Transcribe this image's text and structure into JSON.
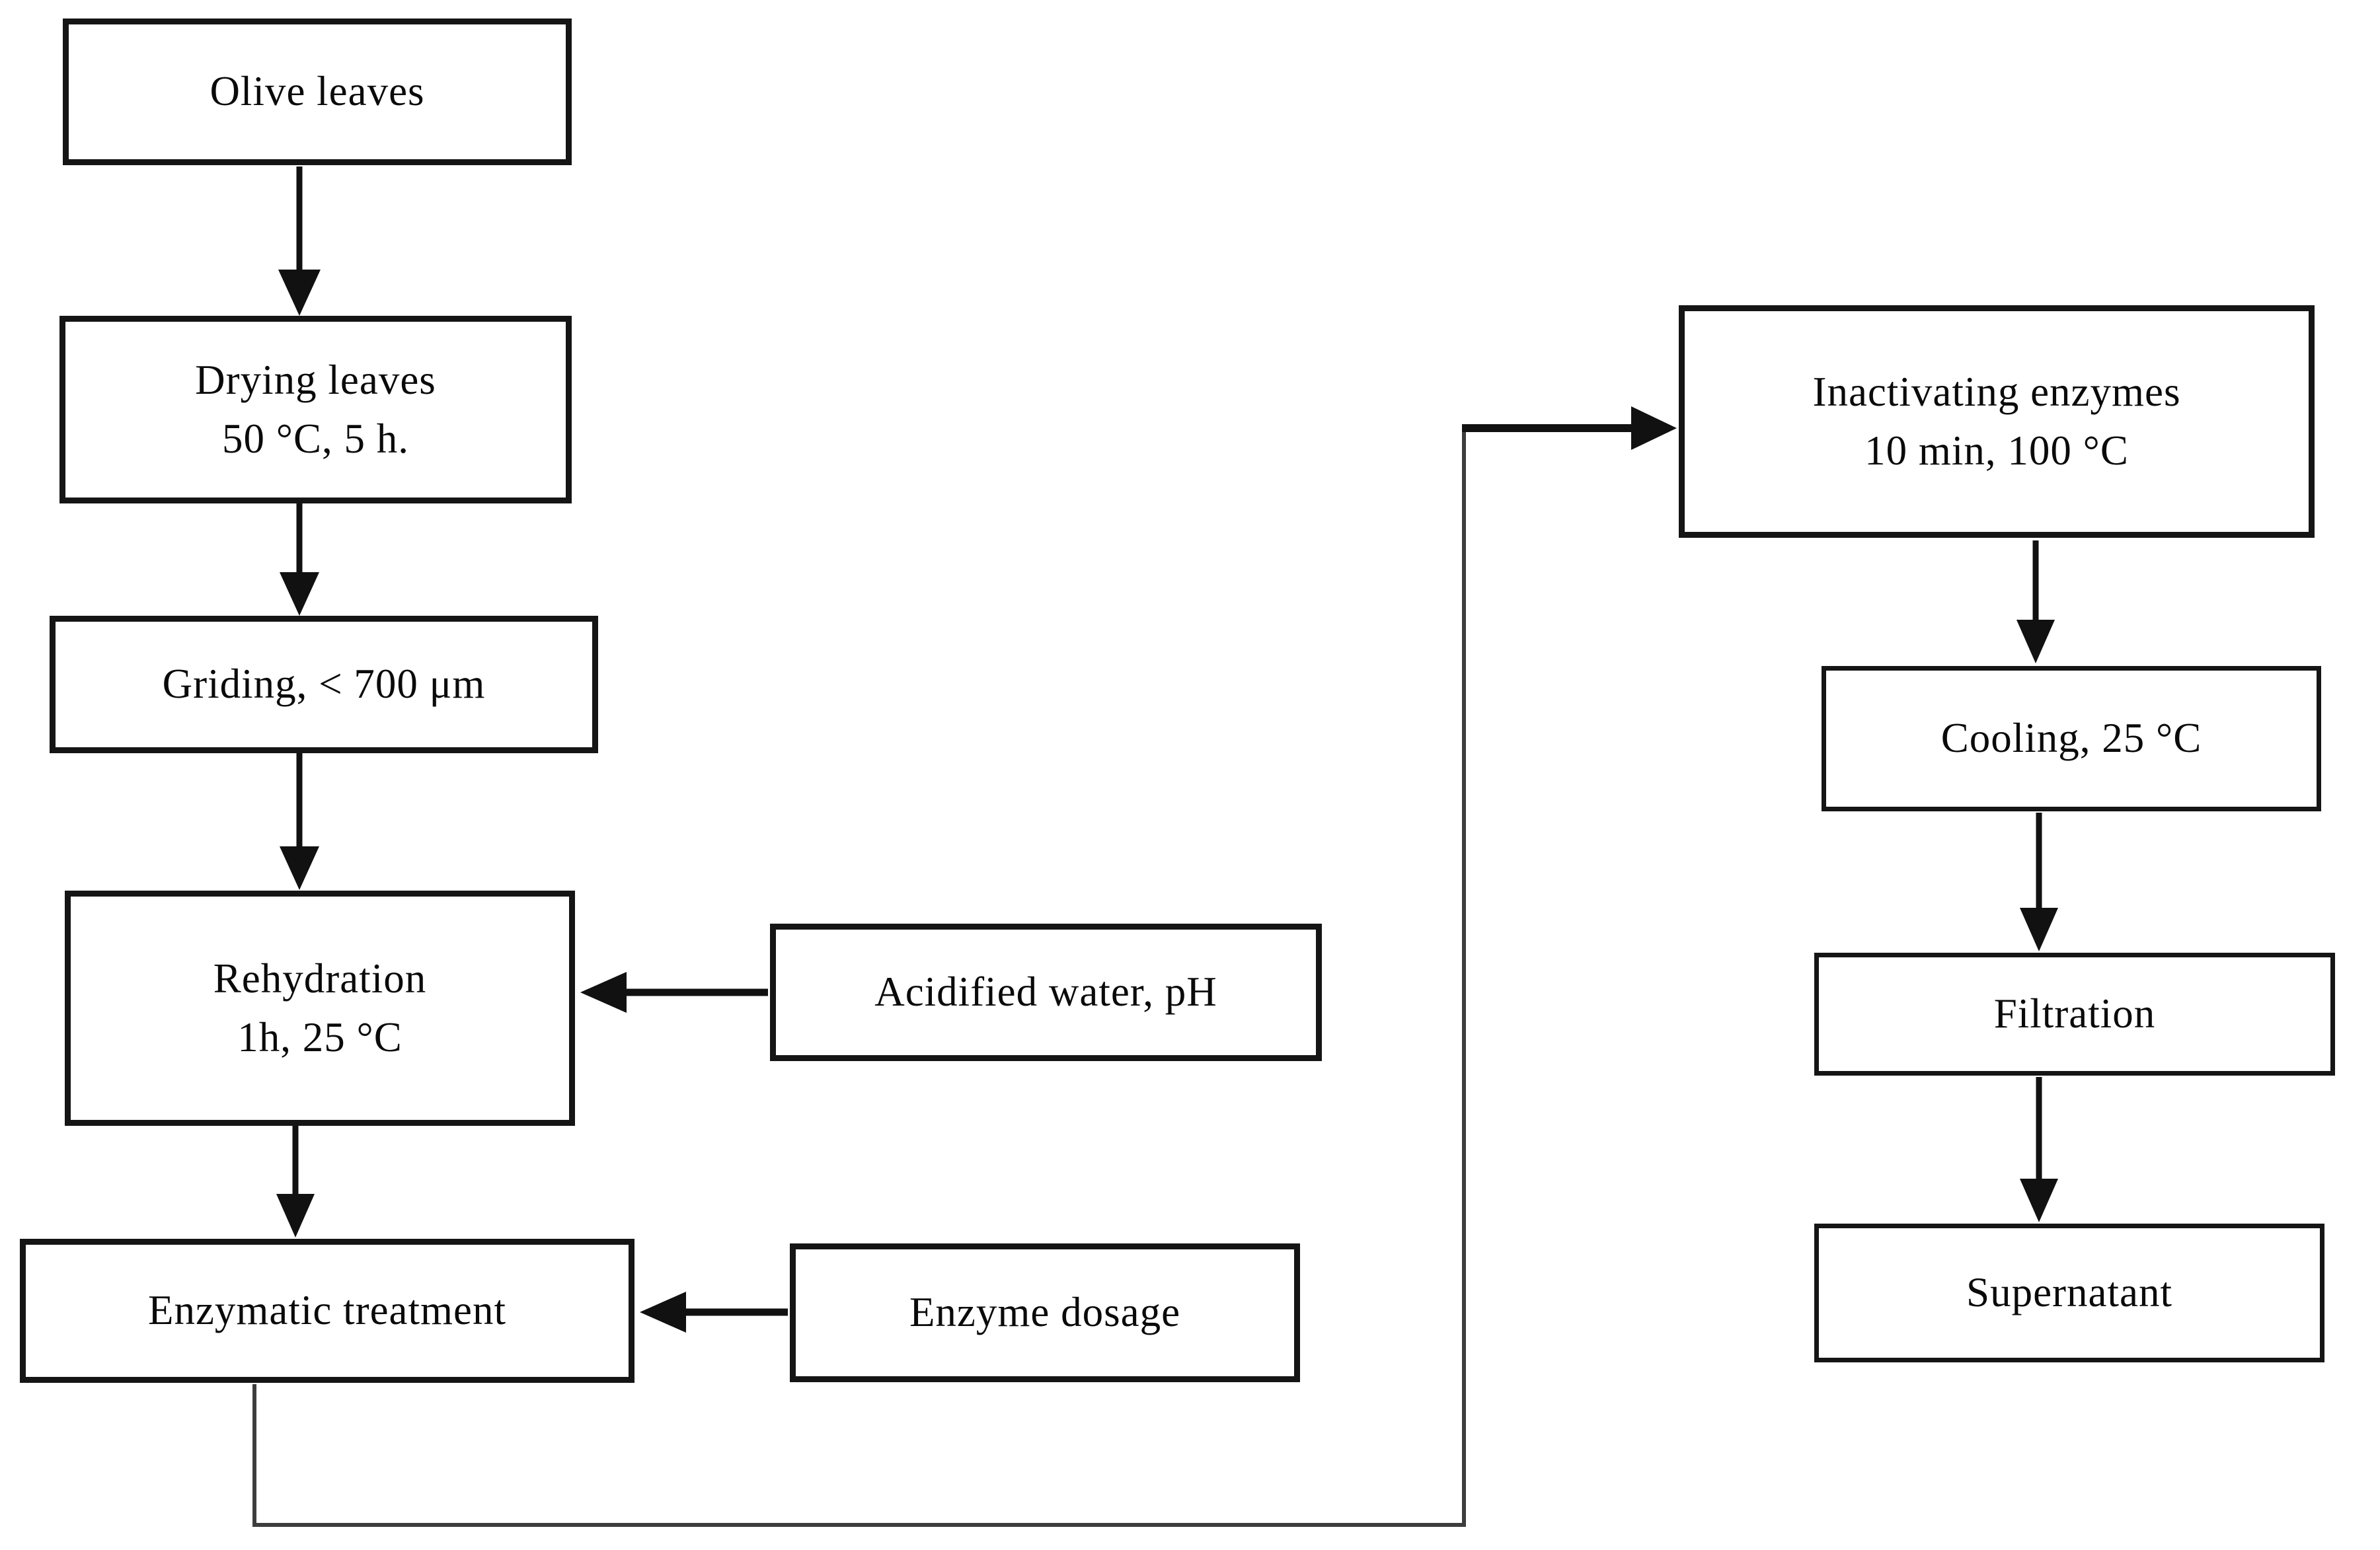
{
  "diagram": {
    "type": "flowchart",
    "background": "#ffffff",
    "line_color": "#111111",
    "nodes": {
      "olive_leaves": {
        "label": "Olive leaves"
      },
      "drying_leaves": {
        "line1": "Drying leaves",
        "line2": "50 °C, 5 h."
      },
      "grinding": {
        "label": "Griding, < 700 μm"
      },
      "rehydration": {
        "line1": "Rehydration",
        "line2": "1h, 25 °C"
      },
      "enzymatic_treatment": {
        "label": "Enzymatic treatment"
      },
      "acidified_water": {
        "label": "Acidified water, pH"
      },
      "enzyme_dosage": {
        "label": "Enzyme dosage"
      },
      "inactivating_enzymes": {
        "line1": "Inactivating enzymes",
        "line2": "10 min, 100 °C"
      },
      "cooling": {
        "label": "Cooling, 25 °C"
      },
      "filtration": {
        "label": "Filtration"
      },
      "supernatant": {
        "label": "Supernatant"
      }
    },
    "edges": [
      {
        "from": "olive_leaves",
        "to": "drying_leaves",
        "style": "arrow-down"
      },
      {
        "from": "drying_leaves",
        "to": "grinding",
        "style": "arrow-down"
      },
      {
        "from": "grinding",
        "to": "rehydration",
        "style": "arrow-down"
      },
      {
        "from": "rehydration",
        "to": "enzymatic_treatment",
        "style": "arrow-down"
      },
      {
        "from": "acidified_water",
        "to": "rehydration",
        "style": "arrow-left"
      },
      {
        "from": "enzyme_dosage",
        "to": "enzymatic_treatment",
        "style": "arrow-left"
      },
      {
        "from": "enzymatic_treatment",
        "to": "inactivating_enzymes",
        "style": "elbow-down-right-up"
      },
      {
        "from": "inactivating_enzymes",
        "to": "cooling",
        "style": "arrow-down"
      },
      {
        "from": "cooling",
        "to": "filtration",
        "style": "arrow-down"
      },
      {
        "from": "filtration",
        "to": "supernatant",
        "style": "arrow-down"
      }
    ]
  }
}
